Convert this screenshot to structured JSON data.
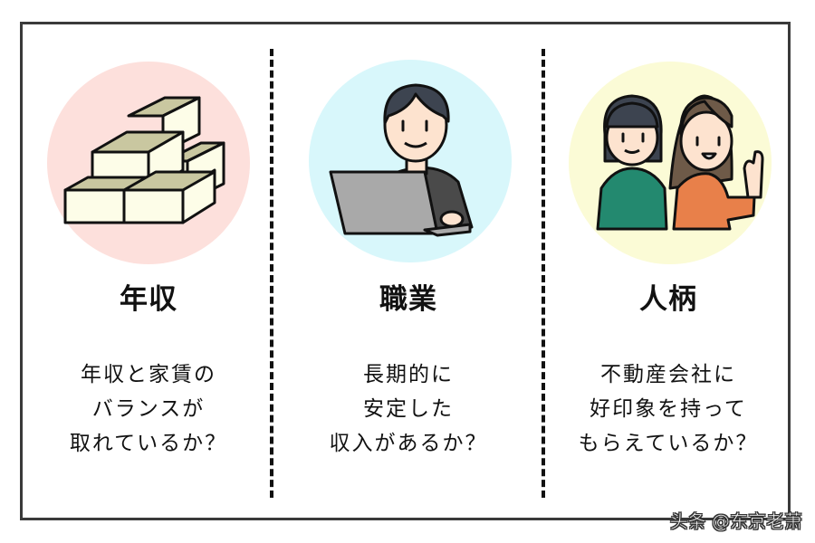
{
  "columns": [
    {
      "title": "年収",
      "icon": "money-stack-icon",
      "circle_color": "#fde0dc",
      "description_lines": [
        "年収と家賃の",
        "バランスが",
        "取れているか？"
      ]
    },
    {
      "title": "職業",
      "icon": "person-laptop-icon",
      "circle_color": "#d8f7fb",
      "description_lines": [
        "長期的に",
        "安定した",
        "収入があるか？"
      ]
    },
    {
      "title": "人柄",
      "icon": "two-women-icon",
      "circle_color": "#fbfbd6",
      "description_lines": [
        "不動産会社に",
        "好印象を持って",
        "もらえているか？"
      ]
    }
  ],
  "colors": {
    "frame": "#3a3a3a",
    "divider": "#111111",
    "money": "#fdfde8",
    "money_band": "#c9c7a0",
    "laptop": "#a9a9a9",
    "hair_dark": "#3d4450",
    "hair_brown": "#6e5a48",
    "shirt_green": "#23896f",
    "shirt_orange": "#e8804a",
    "skin": "#fde3cf"
  },
  "watermark": "头条 @东京老萧"
}
